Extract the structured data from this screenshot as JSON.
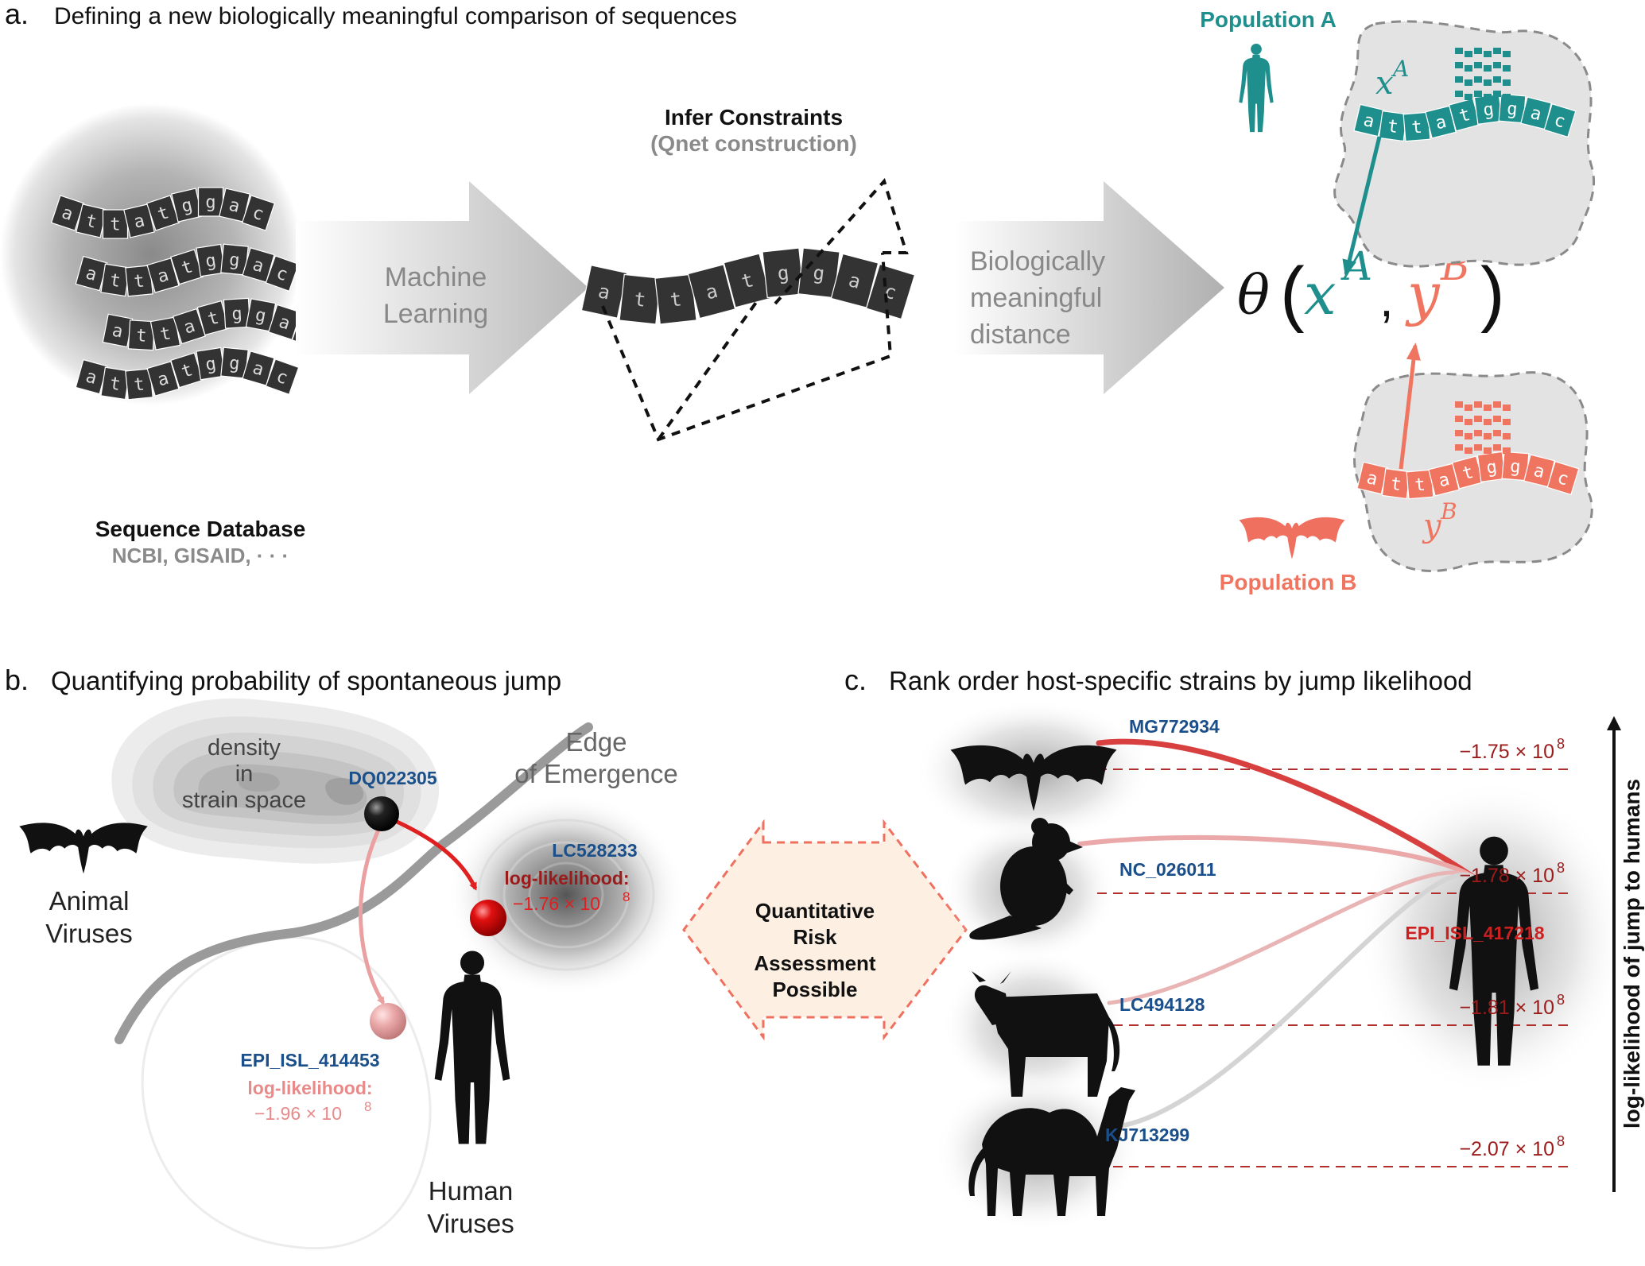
{
  "panel_a": {
    "letter": "a.",
    "title": "Defining a new biologically meaningful comparison of sequences",
    "db_title": "Sequence Database",
    "db_sources": "NCBI, GISAID, · · ·",
    "arrow1": [
      "Machine",
      "Learning"
    ],
    "infer_title": "Infer Constraints",
    "infer_sub": "(Qnet construction)",
    "arrow2": [
      "Biologically",
      "meaningful",
      "distance"
    ],
    "sequence": [
      "a",
      "t",
      "t",
      "a",
      "t",
      "g",
      "g",
      "a",
      "c"
    ],
    "pop_a_label": "Population A",
    "pop_b_label": "Population B",
    "x_var": "x",
    "x_sup": "A",
    "y_var": "y",
    "y_sup": "B",
    "theta": "θ",
    "comma": ","
  },
  "panel_b": {
    "letter": "b.",
    "title": "Quantifying probability of spontaneous jump",
    "density_label": [
      "density",
      "in",
      "strain space"
    ],
    "edge_label": [
      "Edge",
      "of Emergence"
    ],
    "animal_label": [
      "Animal",
      "Viruses"
    ],
    "human_label": [
      "Human",
      "Viruses"
    ],
    "black_strain": "DQ022305",
    "red_strain": "LC528233",
    "red_ll_label": "log-likelihood:",
    "red_ll_value": "−1.76 × 10",
    "red_ll_exp": "8",
    "pink_strain": "EPI_ISL_414453",
    "pink_ll_label": "log-likelihood:",
    "pink_ll_value": "−1.96 × 10",
    "pink_ll_exp": "8"
  },
  "middle": {
    "text": [
      "Quantitative",
      "Risk",
      "Assessment",
      "Possible"
    ]
  },
  "panel_c": {
    "letter": "c.",
    "title": "Rank order host-specific strains by jump likelihood",
    "axis_label": "log-likelihood of jump to humans",
    "target_strain": "EPI_ISL_417218",
    "hosts": [
      {
        "strain": "MG772934",
        "animal": "bat",
        "value": "−1.75 × 10",
        "exp": "8",
        "ll": -175000000
      },
      {
        "strain": "NC_026011",
        "animal": "rat",
        "value": "−1.78 × 10",
        "exp": "8",
        "ll": -178000000
      },
      {
        "strain": "LC494128",
        "animal": "cow",
        "value": "−1.81 × 10",
        "exp": "8",
        "ll": -181000000
      },
      {
        "strain": "KJ713299",
        "animal": "camel",
        "value": "−2.07 × 10",
        "exp": "8",
        "ll": -207000000
      }
    ]
  },
  "colors": {
    "teal": "#1e8f8c",
    "coral": "#f07560",
    "dark_red": "#9b1b1b",
    "red": "#e02020",
    "pink": "#e88a8a",
    "navy": "#1a4f8a",
    "gray_text": "#8a8a8a",
    "seq_fill": "#333333"
  }
}
